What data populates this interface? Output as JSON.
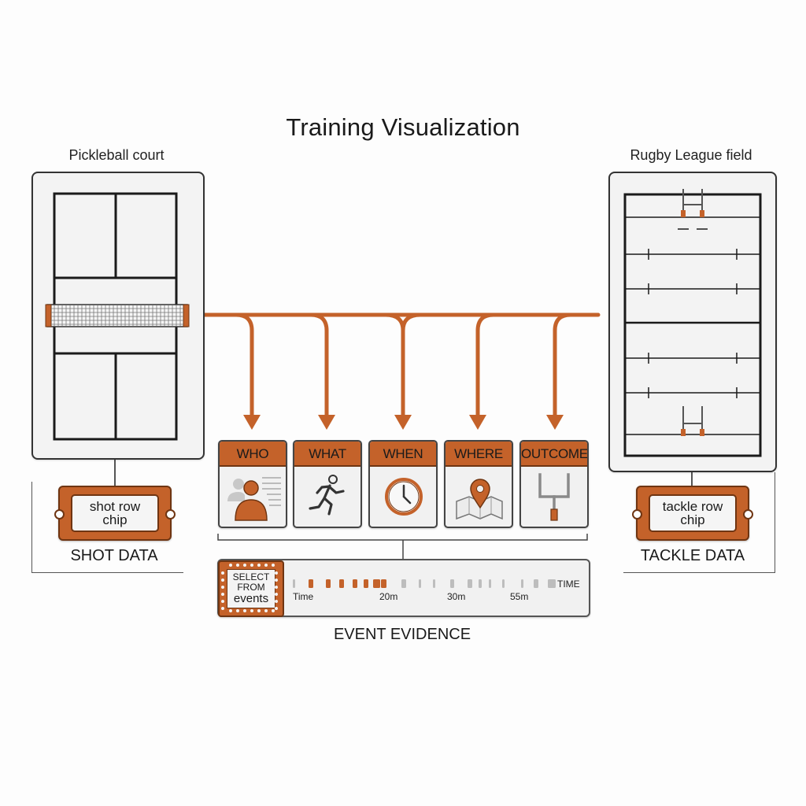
{
  "title": "Training Visualization",
  "left_panel": {
    "label": "Pickleball court",
    "chip_text": "shot row\nchip",
    "caption": "SHOT DATA"
  },
  "right_panel": {
    "label": "Rugby League field",
    "chip_text": "tackle row\nchip",
    "caption": "TACKLE DATA"
  },
  "cards": [
    {
      "label": "WHO",
      "icon": "person-profile-icon"
    },
    {
      "label": "WHAT",
      "icon": "running-person-icon"
    },
    {
      "label": "WHEN",
      "icon": "clock-icon"
    },
    {
      "label": "WHERE",
      "icon": "map-pin-icon"
    },
    {
      "label": "OUTCOME",
      "icon": "goal-post-icon"
    }
  ],
  "timeline": {
    "select_line1": "SELECT",
    "select_line2": "FROM",
    "select_line3": "events",
    "ticks": [
      "Time",
      "20m",
      "30m",
      "55m"
    ],
    "axis_end": "TIME",
    "caption": "EVENT EVIDENCE"
  },
  "colors": {
    "accent": "#c4622a",
    "accent_dark": "#6f3512",
    "connector": "#c4622a",
    "event_inactive": "#bdbdbd"
  }
}
